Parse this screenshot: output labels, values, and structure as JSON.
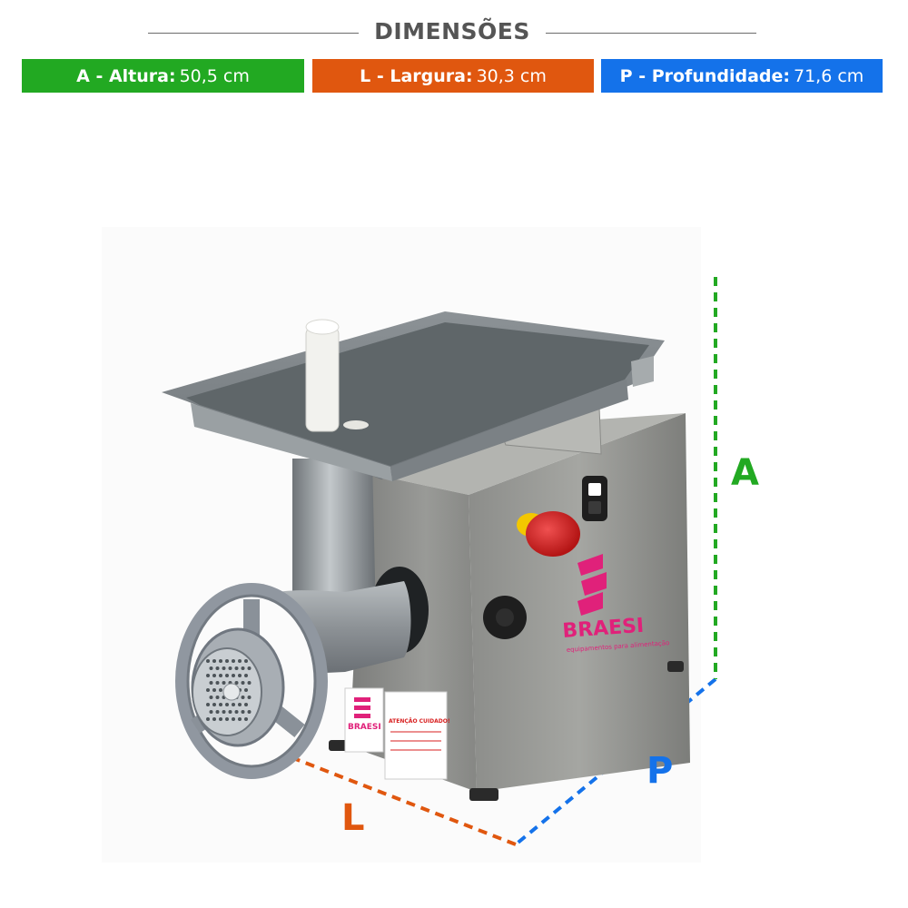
{
  "header": {
    "title": "DIMENSÕES"
  },
  "dimensions": [
    {
      "key": "a",
      "label": "A - Altura:",
      "value": "50,5 cm",
      "color": "#22a922"
    },
    {
      "key": "l",
      "label": "L - Largura:",
      "value": "30,3 cm",
      "color": "#e0570f"
    },
    {
      "key": "p",
      "label": "P - Profundidade:",
      "value": "71,6 cm",
      "color": "#1472ea"
    }
  ],
  "axis_letters": {
    "a": "A",
    "l": "L",
    "p": "P"
  },
  "product": {
    "brand": "BRAESI",
    "tagline": "equipamentos para alimentação",
    "warning_label": "ATENÇÃO CUIDADO!",
    "icons": [
      "meat-grinder-illustration",
      "emergency-stop-icon",
      "power-switch-icon",
      "brand-logo-icon"
    ]
  },
  "colors": {
    "steel": "#8f908d",
    "steel_dark": "#6e706d",
    "tray": "#7e8589",
    "emergency_red": "#d81f1f",
    "emergency_yellow": "#f3c700",
    "brand_pink": "#e0217a"
  }
}
